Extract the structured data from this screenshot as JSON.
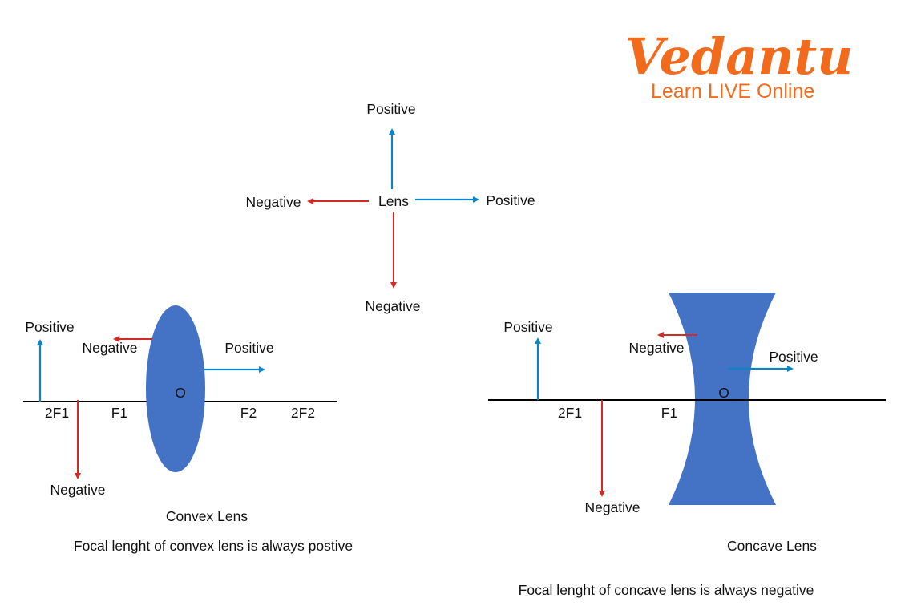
{
  "logo": {
    "brand": "Vedantu",
    "tagline": "Learn LIVE Online"
  },
  "colors": {
    "positive": "#0a86c8",
    "negative": "#d42a25",
    "lens": "#4472c4",
    "brand": "#f26b1d"
  },
  "sign_convention": {
    "center": "Lens",
    "up": "Positive",
    "down": "Negative",
    "left": "Negative",
    "right": "Positive"
  },
  "convex": {
    "up": "Positive",
    "down": "Negative",
    "left": "Negative",
    "right": "Positive",
    "optical_center": "O",
    "points": [
      "2F1",
      "F1",
      "F2",
      "2F2"
    ],
    "title": "Convex Lens",
    "caption": "Focal lenght of convex lens is always postive"
  },
  "concave": {
    "up": "Positive",
    "down": "Negative",
    "left": "Negative",
    "right": "Positive",
    "optical_center": "O",
    "points": [
      "2F1",
      "F1"
    ],
    "title": "Concave Lens",
    "caption": "Focal lenght of concave lens is always negative"
  }
}
